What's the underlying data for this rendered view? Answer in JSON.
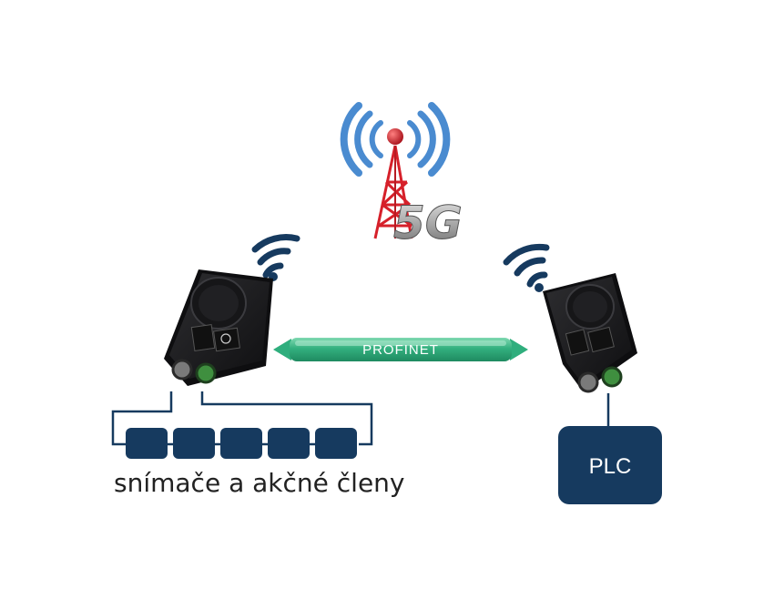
{
  "tower": {
    "badge": "5G"
  },
  "link": {
    "label": "PROFINET"
  },
  "controller": {
    "label": "PLC"
  },
  "field_devices": {
    "caption": "snímače a akčné členy",
    "count": 5
  },
  "colors": {
    "navy": "#163a5f",
    "wave_blue": "#4a8bd0",
    "profinet_green": "#2fae7d",
    "device_body": "#1c1c1e",
    "tower_red": "#d6202a"
  }
}
